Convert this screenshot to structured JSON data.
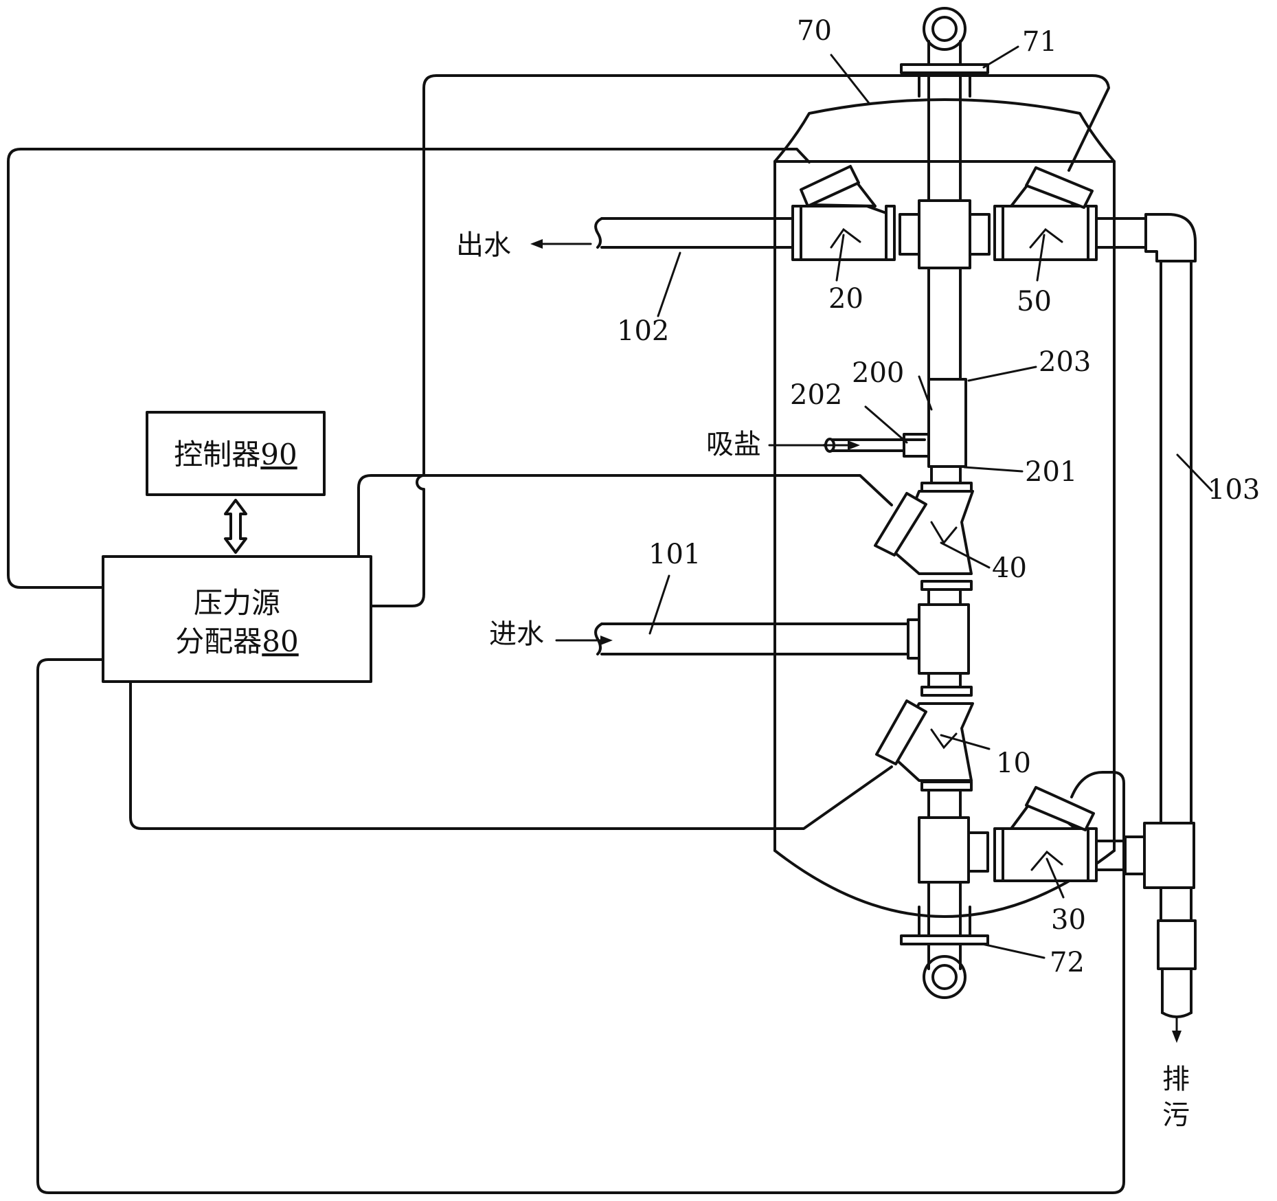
{
  "labels": {
    "outlet": "出水",
    "inlet": "进水",
    "salt_suction": "吸盐",
    "drain_top": "排",
    "drain_bottom": "污"
  },
  "boxes": {
    "controller_name": "控制器",
    "controller_ref": "90",
    "distributor_line1": "压力源",
    "distributor_name": "分配器",
    "distributor_ref": "80"
  },
  "refs": {
    "tank": "70",
    "top_flange": "71",
    "bottom_flange": "72",
    "valve_10": "10",
    "valve_20": "20",
    "valve_30": "30",
    "valve_40": "40",
    "valve_50": "50",
    "inlet_pipe": "101",
    "outlet_pipe": "102",
    "drain_pipe": "103",
    "injector": "200",
    "injector_201": "201",
    "injector_202": "202",
    "injector_203": "203"
  }
}
